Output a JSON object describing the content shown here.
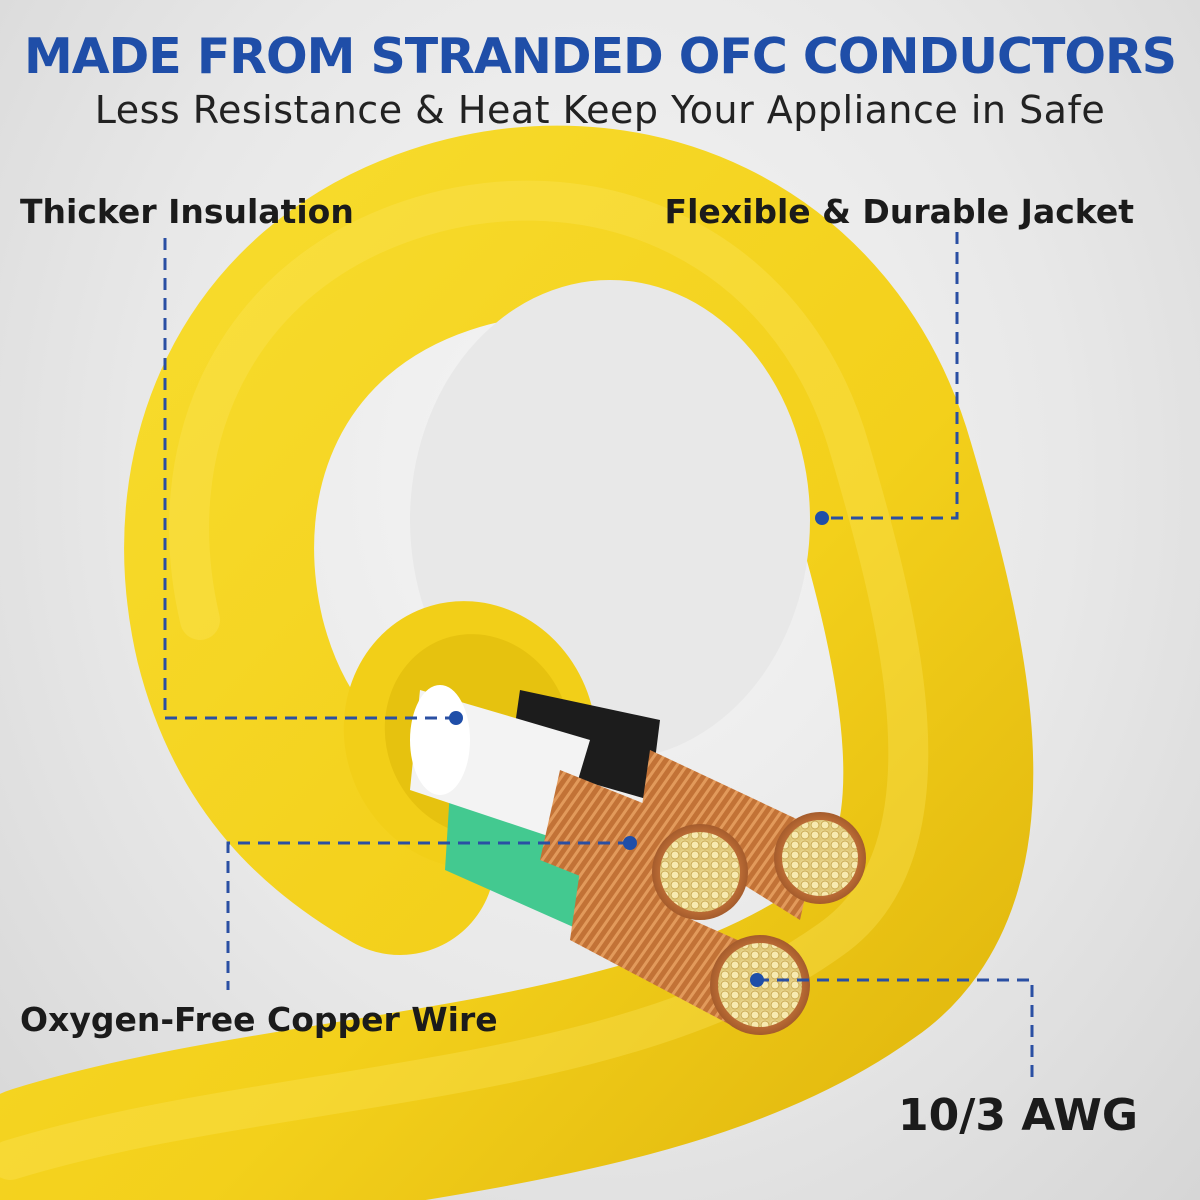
{
  "header": {
    "title": "MADE FROM STRANDED OFC CONDUCTORS",
    "subtitle": "Less Resistance & Heat Keep Your Appliance in Safe"
  },
  "callouts": {
    "insulation": "Thicker Insulation",
    "jacket": "Flexible & Durable Jacket",
    "copper": "Oxygen-Free Copper Wire",
    "gauge": "10/3 AWG"
  },
  "colors": {
    "title_blue": "#1f4ea8",
    "jacket_yellow": "#f4d21a",
    "copper": "#c9783f",
    "conductor_ends": "#f3e6a3",
    "callout_line": "#2a4fa3"
  }
}
